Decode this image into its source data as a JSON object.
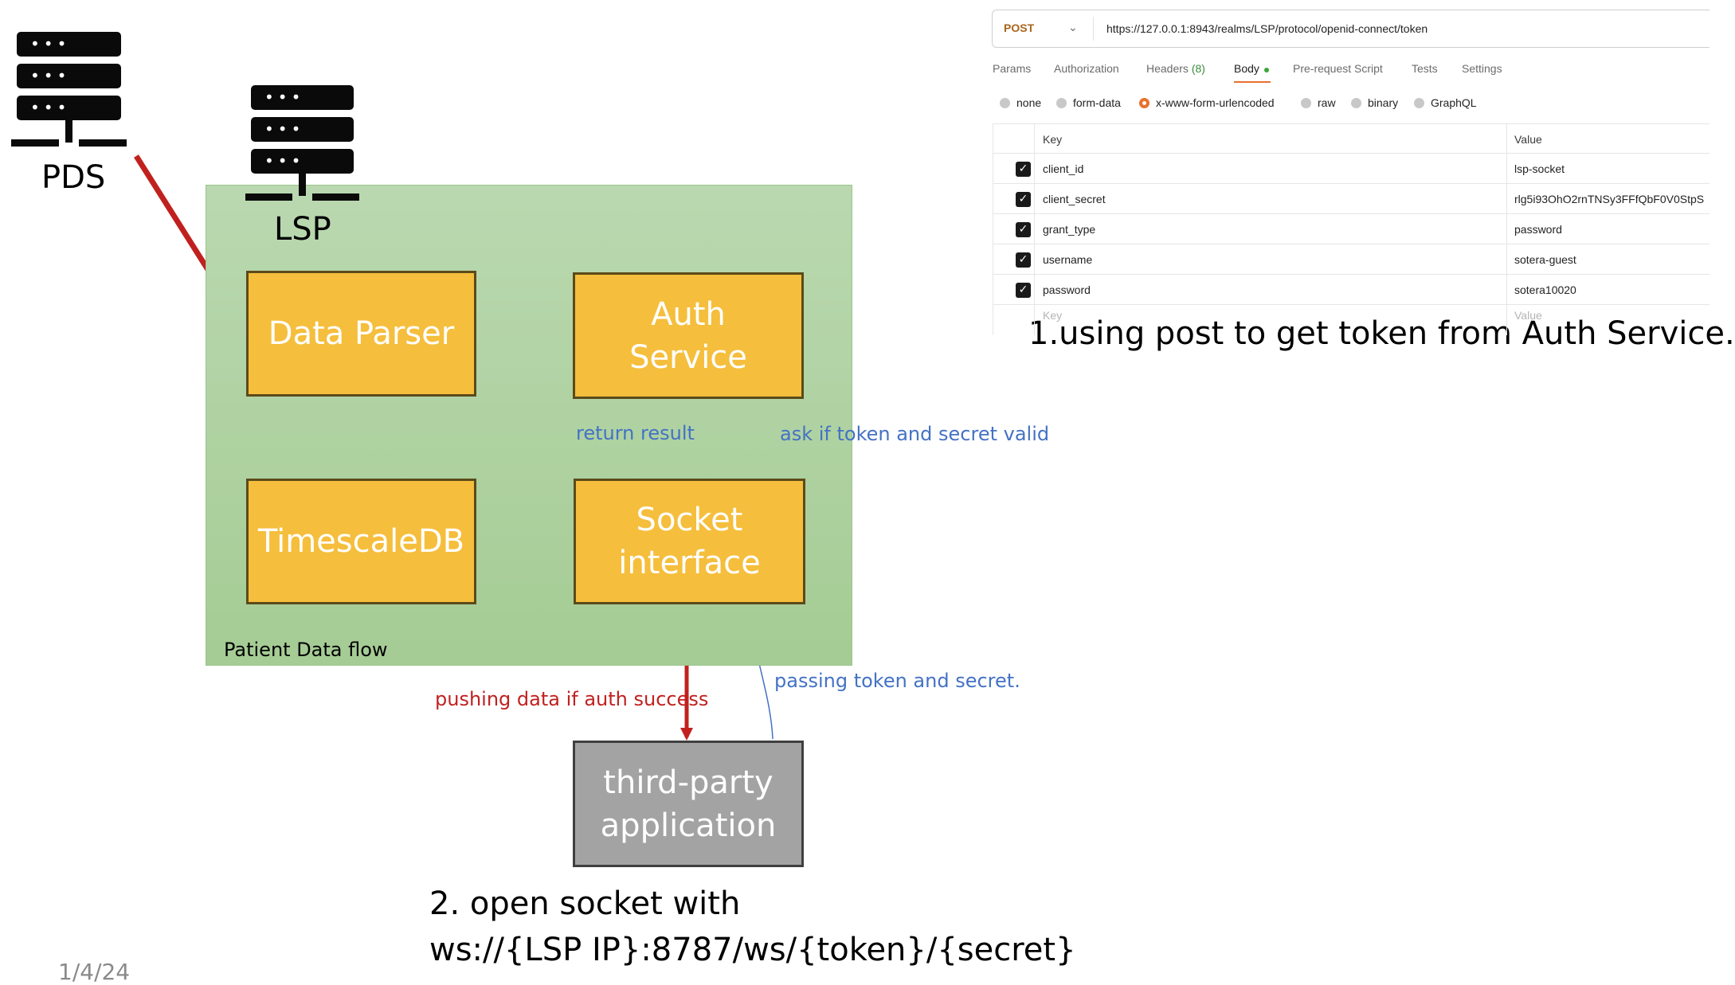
{
  "diagram": {
    "servers": {
      "pds_label": "PDS",
      "lsp_label": "LSP"
    },
    "nodes": {
      "data_parser": "Data Parser",
      "auth_service": "Auth Service",
      "timescaledb": "TimescaleDB",
      "socket_interface": "Socket interface",
      "third_party": "third-party application"
    },
    "edge_labels": {
      "return_result": "return result",
      "ask_valid": "ask if token and secret valid",
      "passing_token": "passing token and secret.",
      "pushing_data": "pushing data if auth success"
    },
    "legend": {
      "patient_flow": "Patient Data flow"
    },
    "notes": {
      "step1": "1.using post to get token from Auth Service.",
      "step2_line1": "2. open socket with",
      "step2_line2": "ws://{LSP IP}:8787/ws/{token}/{secret}"
    },
    "date": "1/4/24",
    "colors": {
      "flow_red": "#c0211f",
      "auth_blue": "#4472c4",
      "node_yellow": "#f5be3c",
      "container_green": "#a9cf99",
      "third_party_gray": "#a3a3a3"
    }
  },
  "request_panel": {
    "method": "POST",
    "method_icon": "chevron-down-icon",
    "url": "https://127.0.0.1:8943/realms/LSP/protocol/openid-connect/token",
    "tabs": {
      "params": "Params",
      "authorization": "Authorization",
      "headers": "Headers",
      "headers_count": "(8)",
      "body": "Body",
      "prerequest": "Pre-request Script",
      "tests": "Tests",
      "settings": "Settings"
    },
    "body_types": {
      "none": "none",
      "form_data": "form-data",
      "urlencoded": "x-www-form-urlencoded",
      "raw": "raw",
      "binary": "binary",
      "graphql": "GraphQL"
    },
    "selected_body_type": "x-www-form-urlencoded",
    "table": {
      "header_key": "Key",
      "header_value": "Value",
      "rows": [
        {
          "key": "client_id",
          "value": "lsp-socket",
          "checked": true
        },
        {
          "key": "client_secret",
          "value": "rlg5i93OhO2rnTNSy3FFfQbF0V0StpS",
          "checked": true
        },
        {
          "key": "grant_type",
          "value": "password",
          "checked": true
        },
        {
          "key": "username",
          "value": "sotera-guest",
          "checked": true
        },
        {
          "key": "password",
          "value": "sotera10020",
          "checked": true
        }
      ],
      "new_key_placeholder": "Key",
      "new_value_placeholder": "Value"
    }
  }
}
